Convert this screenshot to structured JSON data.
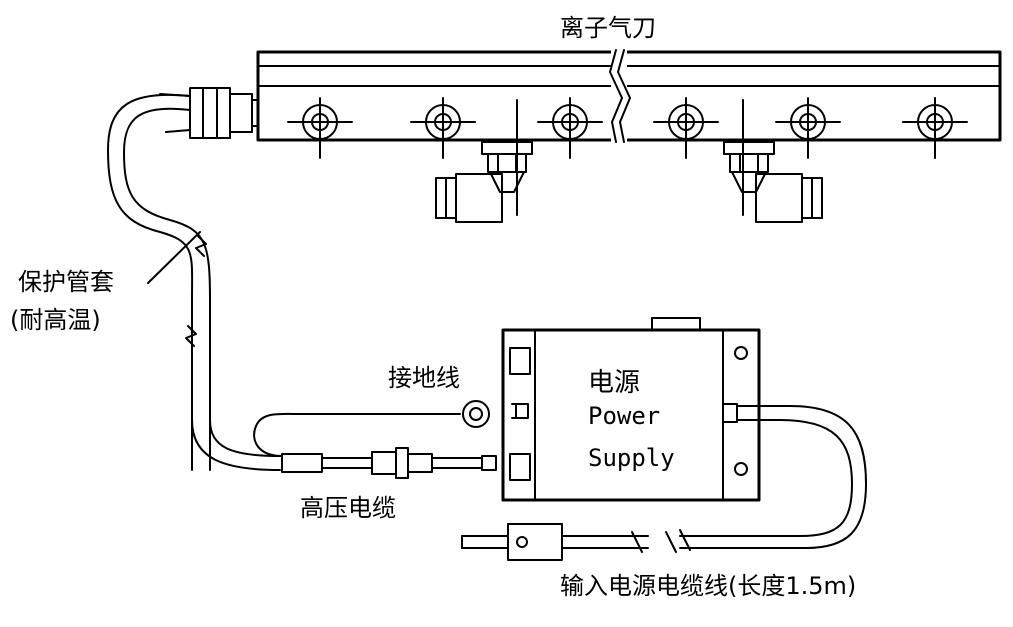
{
  "labels": {
    "ion_air_knife": "离子气刀",
    "protective_sleeve": "保护管套",
    "heat_resistant": "(耐高温)",
    "ground_wire": "接地线",
    "power_supply_cn": "电源",
    "power_supply_en_1": "Power",
    "power_supply_en_2": "Supply",
    "hv_cable": "高压电缆",
    "input_cable": "输入电源电缆线(长度1.5m)"
  }
}
